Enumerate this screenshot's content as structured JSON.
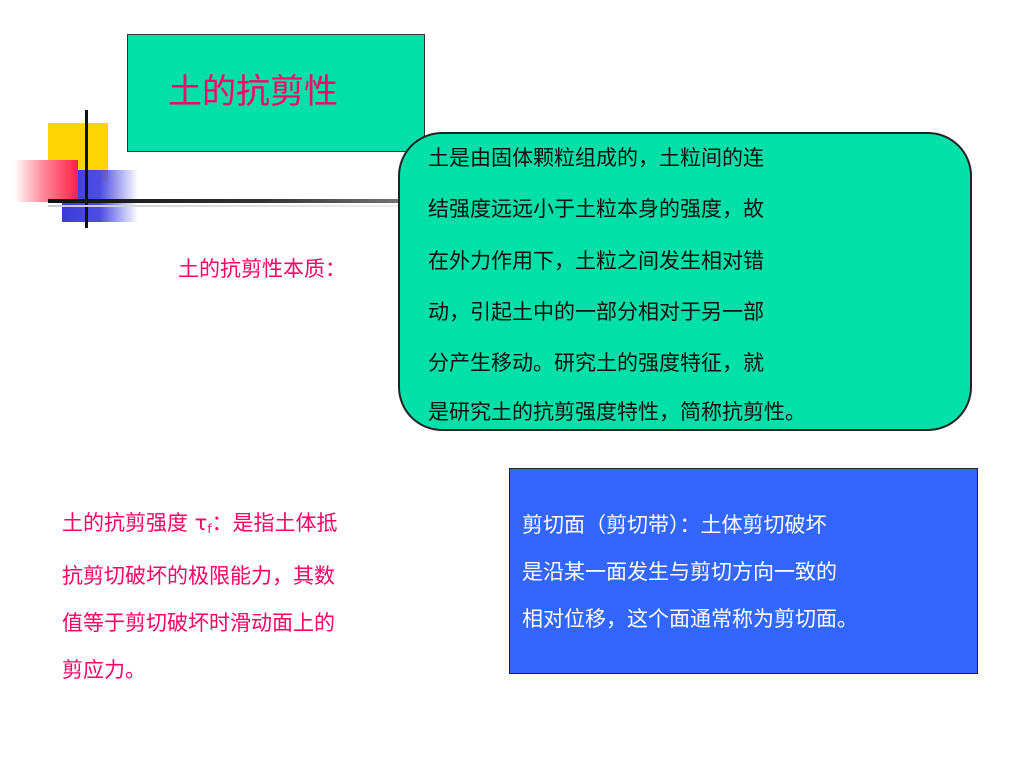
{
  "title": "土的抗剪性",
  "nature_label": "土的抗剪性本质：",
  "nature_box": {
    "lines": [
      "土是由固体颗粒组成的，土粒间的连",
      "结强度远远小于土粒本身的强度，故",
      "在外力作用下，土粒之间发生相对错",
      "动，引起土中的一部分相对于另一部",
      "分产生移动。研究土的强度特征，就",
      "是研究土的抗剪强度特性，简称抗剪性。"
    ]
  },
  "strength": {
    "prefix": "土的抗剪强度 τ",
    "subscript": "f",
    "suffix": "：是指土体抵",
    "lines": [
      "抗剪切破坏的极限能力，其数",
      "值等于剪切破坏时滑动面上的",
      "剪应力。"
    ]
  },
  "shear_plane_box": {
    "lines": [
      "剪切面（剪切带）：土体剪切破坏",
      "是沿某一面发生与剪切方向一致的",
      "相对位移，这个面通常称为剪切面。"
    ]
  },
  "colors": {
    "title_bg": "#00e0a8",
    "accent_text": "#ff0066",
    "blue_box_bg": "#3366ff"
  }
}
